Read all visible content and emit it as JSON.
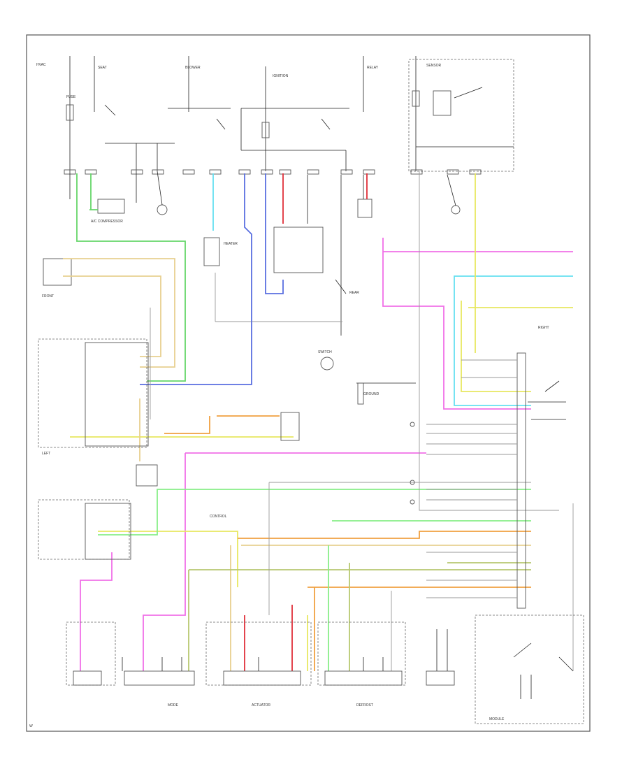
{
  "diagram": {
    "footer_code": "W",
    "components": [
      {
        "label": "HVAC"
      },
      {
        "label": "SEAT"
      },
      {
        "label": "BLOWER"
      },
      {
        "label": "IGNITION"
      },
      {
        "label": "RELAY"
      },
      {
        "label": "SENSOR"
      },
      {
        "label": "A/C COMPRESSOR"
      },
      {
        "label": "HEATER"
      },
      {
        "label": "FRONT"
      },
      {
        "label": "REAR"
      },
      {
        "label": "LEFT"
      },
      {
        "label": "RIGHT"
      },
      {
        "label": "MODE"
      },
      {
        "label": "DEFROST"
      },
      {
        "label": "ACTUATOR"
      },
      {
        "label": "CONTROL"
      },
      {
        "label": "MODULE"
      },
      {
        "label": "SWITCH"
      },
      {
        "label": "FUSE"
      },
      {
        "label": "GROUND"
      }
    ],
    "colors": {
      "green": "#66d66a",
      "cyan": "#66e0f0",
      "blue": "#5a6fe0",
      "red": "#e0303a",
      "pink": "#f070e8",
      "yellow": "#e8e860",
      "orange": "#f0a040",
      "tan": "#e8d090",
      "olive": "#b8c870",
      "gray": "#9a9a9a",
      "black": "#222222"
    }
  }
}
